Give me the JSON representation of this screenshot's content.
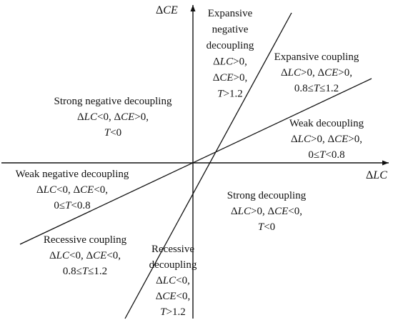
{
  "axes": {
    "x_label": {
      "prefix": "Δ",
      "var": "LC"
    },
    "y_label": {
      "prefix": "Δ",
      "var": "CE"
    }
  },
  "regions": [
    {
      "id": "expansive-negative-decoupling",
      "lines": [
        [
          {
            "t": "Expansive"
          }
        ],
        [
          {
            "t": "negative"
          }
        ],
        [
          {
            "t": "decoupling"
          }
        ],
        [
          {
            "t": "Δ"
          },
          {
            "t": "LC",
            "i": true
          },
          {
            "t": ">0,"
          }
        ],
        [
          {
            "t": "Δ"
          },
          {
            "t": "CE",
            "i": true
          },
          {
            "t": ">0,"
          }
        ],
        [
          {
            "t": "T",
            "i": true
          },
          {
            "t": ">1.2"
          }
        ]
      ]
    },
    {
      "id": "expansive-coupling",
      "lines": [
        [
          {
            "t": "Expansive coupling"
          }
        ],
        [
          {
            "t": "Δ"
          },
          {
            "t": "LC",
            "i": true
          },
          {
            "t": ">0, Δ"
          },
          {
            "t": "CE",
            "i": true
          },
          {
            "t": ">0,"
          }
        ],
        [
          {
            "t": "0.8≤"
          },
          {
            "t": "T",
            "i": true
          },
          {
            "t": "≤1.2"
          }
        ]
      ]
    },
    {
      "id": "strong-negative-decoupling",
      "lines": [
        [
          {
            "t": "Strong negative decoupling"
          }
        ],
        [
          {
            "t": "Δ"
          },
          {
            "t": "LC",
            "i": true
          },
          {
            "t": "<0, Δ"
          },
          {
            "t": "CE",
            "i": true
          },
          {
            "t": ">0,"
          }
        ],
        [
          {
            "t": "T",
            "i": true
          },
          {
            "t": "<0"
          }
        ]
      ]
    },
    {
      "id": "weak-decoupling",
      "lines": [
        [
          {
            "t": "Weak decoupling"
          }
        ],
        [
          {
            "t": "Δ"
          },
          {
            "t": "LC",
            "i": true
          },
          {
            "t": ">0, Δ"
          },
          {
            "t": "CE",
            "i": true
          },
          {
            "t": ">0,"
          }
        ],
        [
          {
            "t": "0≤"
          },
          {
            "t": "T",
            "i": true
          },
          {
            "t": "<0.8"
          }
        ]
      ]
    },
    {
      "id": "weak-negative-decoupling",
      "lines": [
        [
          {
            "t": "Weak negative decoupling"
          }
        ],
        [
          {
            "t": "Δ"
          },
          {
            "t": "LC",
            "i": true
          },
          {
            "t": "<0, Δ"
          },
          {
            "t": "CE",
            "i": true
          },
          {
            "t": "<0,"
          }
        ],
        [
          {
            "t": "0≤"
          },
          {
            "t": "T",
            "i": true
          },
          {
            "t": "<0.8"
          }
        ]
      ]
    },
    {
      "id": "strong-decoupling",
      "lines": [
        [
          {
            "t": "Strong decoupling"
          }
        ],
        [
          {
            "t": "Δ"
          },
          {
            "t": "LC",
            "i": true
          },
          {
            "t": ">0, Δ"
          },
          {
            "t": "CE",
            "i": true
          },
          {
            "t": "<0,"
          }
        ],
        [
          {
            "t": "T",
            "i": true
          },
          {
            "t": "<0"
          }
        ]
      ]
    },
    {
      "id": "recessive-coupling",
      "lines": [
        [
          {
            "t": "Recessive coupling"
          }
        ],
        [
          {
            "t": "Δ"
          },
          {
            "t": "LC",
            "i": true
          },
          {
            "t": "<0, Δ"
          },
          {
            "t": "CE",
            "i": true
          },
          {
            "t": "<0,"
          }
        ],
        [
          {
            "t": "0.8≤"
          },
          {
            "t": "T",
            "i": true
          },
          {
            "t": "≤1.2"
          }
        ]
      ]
    },
    {
      "id": "recessive-decoupling",
      "lines": [
        [
          {
            "t": "Recessive"
          }
        ],
        [
          {
            "t": "decoupling"
          }
        ],
        [
          {
            "t": "Δ"
          },
          {
            "t": "LC",
            "i": true
          },
          {
            "t": "<0,"
          }
        ],
        [
          {
            "t": "Δ"
          },
          {
            "t": "CE",
            "i": true
          },
          {
            "t": "<0,"
          }
        ],
        [
          {
            "t": "T",
            "i": true
          },
          {
            "t": ">1.2"
          }
        ]
      ]
    }
  ]
}
